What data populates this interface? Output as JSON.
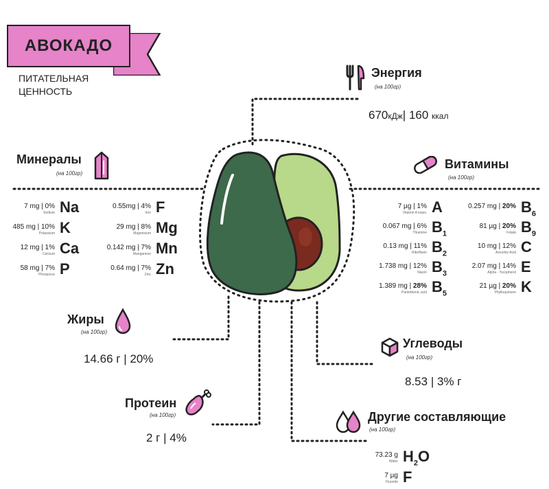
{
  "header": {
    "title": "АВОКАДО",
    "subtitle_line1": "ПИТАТЕЛЬНАЯ",
    "subtitle_line2": "ЦЕННОСТЬ"
  },
  "colors": {
    "pink": "#e683c9",
    "dark_green": "#3d6a4b",
    "light_green": "#b8d88a",
    "pit": "#7a2a1f",
    "outline": "#222222"
  },
  "per_100g": "(на 100гр)",
  "energy": {
    "title": "Энергия",
    "value_kj": "670",
    "unit_kj": "кДж",
    "sep": "|",
    "value_kcal": "160",
    "unit_kcal": "ккал"
  },
  "minerals": {
    "title": "Минералы",
    "items_left": [
      {
        "amount": "7 mg",
        "pct": "0%",
        "name": "Sodium",
        "symbol": "Na"
      },
      {
        "amount": "485 mg",
        "pct": "10%",
        "name": "Potassium",
        "symbol": "K"
      },
      {
        "amount": "12 mg",
        "pct": "1%",
        "name": "Calcium",
        "symbol": "Ca"
      },
      {
        "amount": "58 mg",
        "pct": "7%",
        "name": "Phosporus",
        "symbol": "P"
      }
    ],
    "items_right": [
      {
        "amount": "0.55mg",
        "pct": "4%",
        "name": "Iron",
        "symbol": "F"
      },
      {
        "amount": "29 mg",
        "pct": "8%",
        "name": "Magnesium",
        "symbol": "Mg"
      },
      {
        "amount": "0.142 mg",
        "pct": "7%",
        "name": "Manganese",
        "symbol": "Mn"
      },
      {
        "amount": "0.64 mg",
        "pct": "7%",
        "name": "Zinc",
        "symbol": "Zn"
      }
    ]
  },
  "vitamins": {
    "title": "Витамины",
    "items_left": [
      {
        "amount": "7 µg",
        "pct": "1%",
        "name": "Vitamin A equiv.",
        "symbol": "A",
        "sub": ""
      },
      {
        "amount": "0.067 mg",
        "pct": "6%",
        "name": "Thiamine",
        "symbol": "B",
        "sub": "1"
      },
      {
        "amount": "0.13 mg",
        "pct": "11%",
        "name": "Riboflavin",
        "symbol": "B",
        "sub": "2"
      },
      {
        "amount": "1.738 mg",
        "pct": "12%",
        "name": "Niacin",
        "symbol": "B",
        "sub": "3"
      },
      {
        "amount": "1.389 mg",
        "pct": "28%",
        "name": "Pantothenic acid",
        "symbol": "B",
        "sub": "5",
        "bold": true
      }
    ],
    "items_right": [
      {
        "amount": "0.257 mg",
        "pct": "20%",
        "name": "",
        "symbol": "B",
        "sub": "6",
        "bold": true
      },
      {
        "amount": "81 µg",
        "pct": "20%",
        "name": "Folate",
        "symbol": "B",
        "sub": "9",
        "bold": true
      },
      {
        "amount": "10 mg",
        "pct": "12%",
        "name": "Ascorbic Acid",
        "symbol": "C",
        "sub": ""
      },
      {
        "amount": "2.07 mg",
        "pct": "14%",
        "name": "Alpha - Tocopherol",
        "symbol": "E",
        "sub": ""
      },
      {
        "amount": "21 µg",
        "pct": "20%",
        "name": "Phylloquinone",
        "symbol": "K",
        "sub": "",
        "bold": true
      }
    ]
  },
  "fats": {
    "title": "Жиры",
    "value": "14.66 г",
    "sep": "|",
    "pct": "20%"
  },
  "carbs": {
    "title": "Углеводы",
    "value": "8.53",
    "sep": "|",
    "pct": "3% г"
  },
  "protein": {
    "title": "Протеин",
    "value": "2 г",
    "sep": "|",
    "pct": "4%"
  },
  "other": {
    "title": "Другие составляющие",
    "items": [
      {
        "amount": "73.23 g",
        "name": "Water",
        "symbol": "H",
        "sub": "2",
        "tail": "O"
      },
      {
        "amount": "7 µg",
        "name": "Fluoride",
        "symbol": "F",
        "sub": "",
        "tail": ""
      }
    ]
  }
}
